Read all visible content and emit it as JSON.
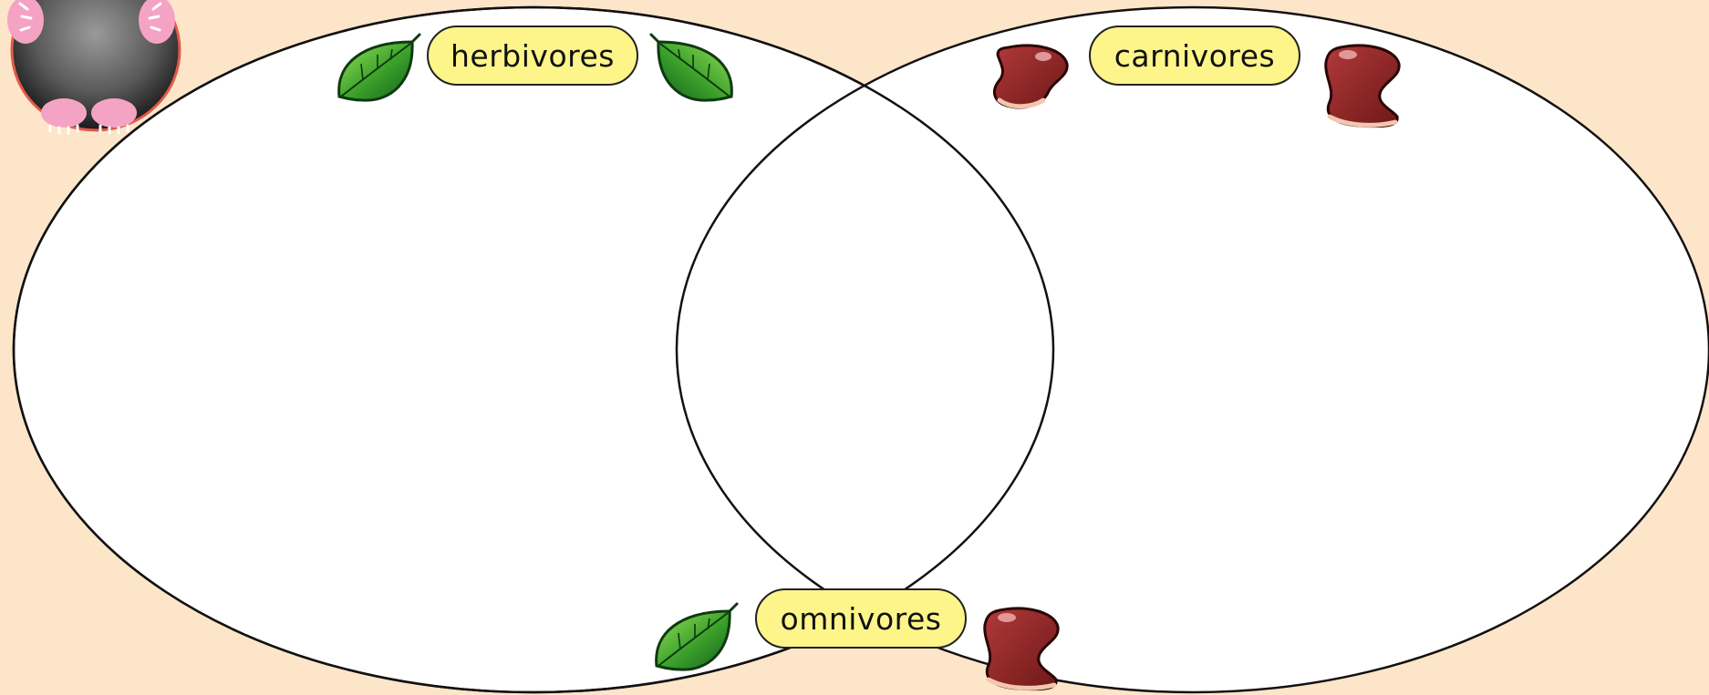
{
  "diagram": {
    "type": "venn",
    "background_color": "#fde5c9",
    "circle_fill": "#ffffff",
    "circle_stroke": "#111111",
    "labels": {
      "left": "herbivores",
      "right": "carnivores",
      "overlap": "omnivores"
    },
    "label_fill": "#fdf58a",
    "icons": {
      "left": "leaf-icon",
      "right": "meat-icon",
      "overlap": [
        "leaf-icon",
        "meat-icon"
      ],
      "mascot": "mole-icon"
    }
  }
}
